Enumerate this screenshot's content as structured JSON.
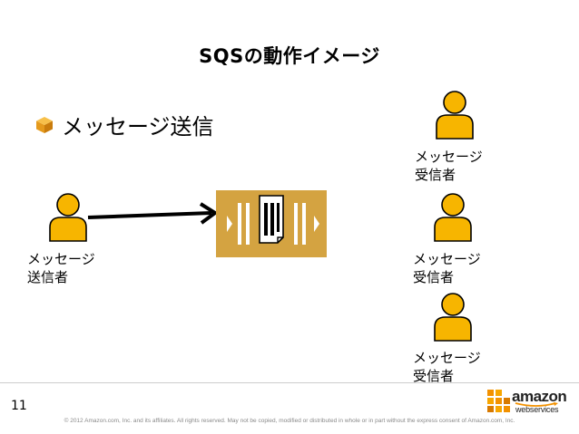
{
  "slide": {
    "title": "SQSの動作イメージ",
    "bullet": "メッセージ送信",
    "page_number": "11",
    "copyright": "© 2012 Amazon.com, Inc. and its affiliates. All rights reserved. May not be copied, modified or distributed in whole or in part without the express consent of Amazon.com, Inc."
  },
  "sender": {
    "line1": "メッセージ",
    "line2": "送信者"
  },
  "receivers": [
    {
      "line1": "メッセージ",
      "line2": "受信者"
    },
    {
      "line1": "メッセージ",
      "line2": "受信者"
    },
    {
      "line1": "メッセージ",
      "line2": "受信者"
    }
  ],
  "logo": {
    "word": "amazon",
    "sub": "webservices"
  },
  "colors": {
    "person_fill": "#f7b500",
    "queue_fill": "#d4a341",
    "logo_orange": "#f29100"
  },
  "icons": {
    "bullet": "cube-icon",
    "person": "person-icon",
    "queue": "sqs-queue-icon",
    "message": "message-document-icon"
  }
}
